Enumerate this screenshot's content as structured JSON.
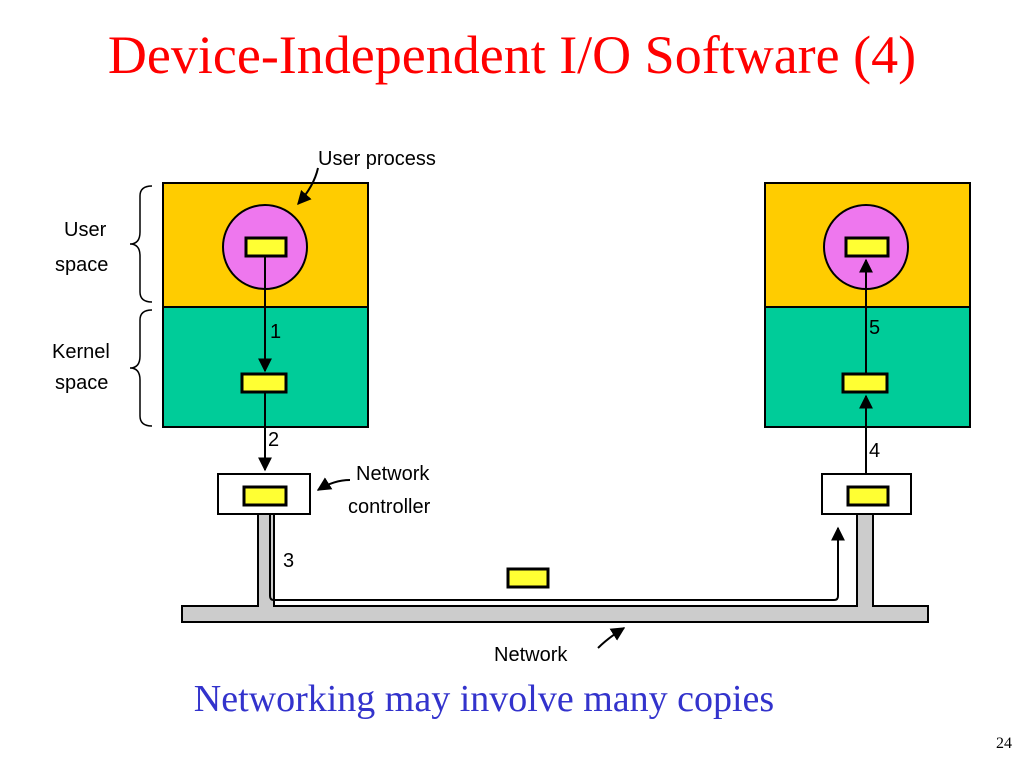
{
  "slide": {
    "title": "Device-Independent I/O Software (4)",
    "caption": "Networking may involve many copies",
    "page_number": "24"
  },
  "diagram": {
    "labels": {
      "user_process": "User process",
      "user": "User",
      "user_space": "space",
      "kernel": "Kernel",
      "kernel_space": "space",
      "network_line1": "Network",
      "network_line2": "controller",
      "network": "Network"
    },
    "steps": [
      "1",
      "2",
      "3",
      "4",
      "5"
    ]
  },
  "colors": {
    "title": "#ff0000",
    "caption": "#3333cc",
    "user_space": "#ffcc00",
    "kernel_space": "#00cc99",
    "process": "#ee77ee",
    "buffer": "#ffff33",
    "network_cable": "#cccccc"
  }
}
